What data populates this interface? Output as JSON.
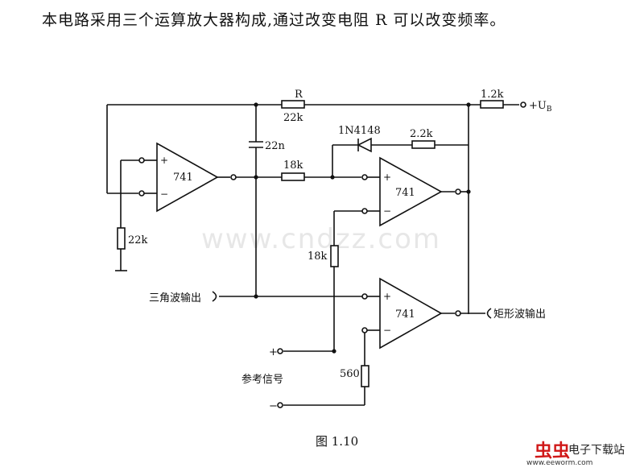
{
  "intro_text": "本电路采用三个运算放大器构成,通过改变电阻 R 可以改变频率。",
  "watermark": "www.cndzz.com",
  "caption": "图 1.10",
  "labels": {
    "r_name": "R",
    "r_value": "22k",
    "r_supply": "1.2k",
    "supply": "+U",
    "supply_sub": "B",
    "cap": "22n",
    "diode": "1N4148",
    "r_diode": "2.2k",
    "r_in": "18k",
    "r_ground": "22k",
    "r_ref": "18k",
    "r_bottom": "560",
    "opamp1": "741",
    "opamp2": "741",
    "opamp3": "741",
    "tri_out": "三角波输出",
    "rect_out": "矩形波输出",
    "ref_signal": "参考信号",
    "plus": "+",
    "minus": "−",
    "plus_terminal": "+",
    "minus_terminal": "−"
  },
  "logo": {
    "mark": "虫虫",
    "name": "电子下载站",
    "url": "www.eeworm.com"
  }
}
